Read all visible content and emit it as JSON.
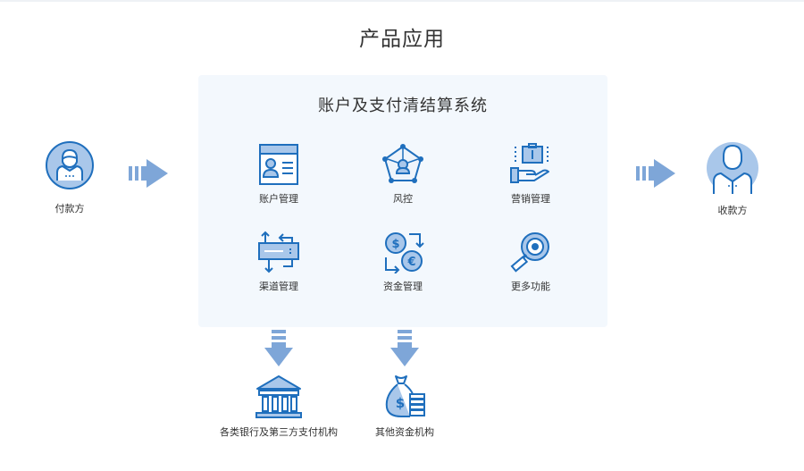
{
  "title": "产品应用",
  "system": {
    "title": "账户及支付清结算系统",
    "features": [
      {
        "label": "账户管理",
        "icon": "account-card-icon"
      },
      {
        "label": "风控",
        "icon": "risk-network-icon"
      },
      {
        "label": "营销管理",
        "icon": "marketing-hand-icon"
      },
      {
        "label": "渠道管理",
        "icon": "channel-transfer-icon"
      },
      {
        "label": "资金管理",
        "icon": "currency-exchange-icon"
      },
      {
        "label": "更多功能",
        "icon": "magnifier-icon"
      }
    ]
  },
  "payer": {
    "label": "付款方",
    "icon": "payer-avatar-icon"
  },
  "payee": {
    "label": "收款方",
    "icon": "payee-avatar-icon"
  },
  "destinations": [
    {
      "label": "各类银行及第三方支付机构",
      "icon": "bank-building-icon"
    },
    {
      "label": "其他资金机构",
      "icon": "money-bag-icon"
    }
  ],
  "colors": {
    "primary": "#1f6fbd",
    "light": "#a9c7ea",
    "panel": "#f3f8fd"
  }
}
